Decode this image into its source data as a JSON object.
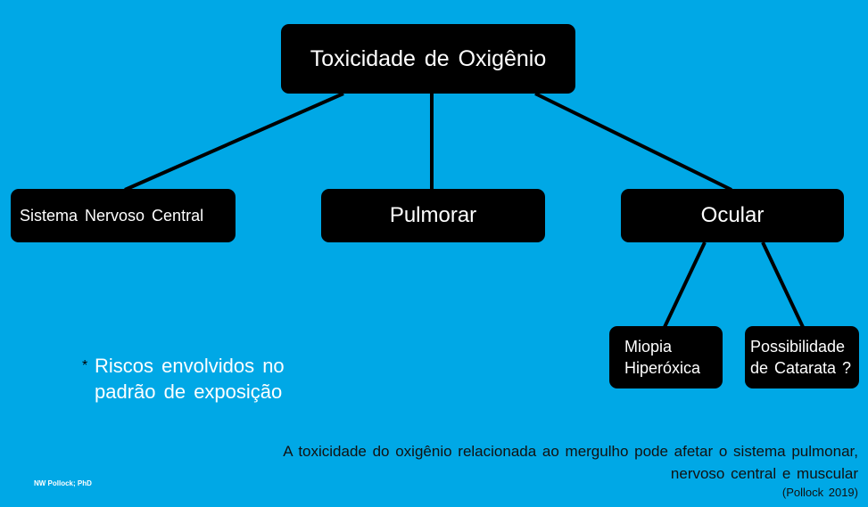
{
  "root": {
    "label": "Toxicidade de Oxigênio"
  },
  "children": [
    {
      "label": "Sistema Nervoso Central"
    },
    {
      "label": "Pulmorar"
    },
    {
      "label": "Ocular"
    }
  ],
  "ocular_children": [
    {
      "line1": "Miopia",
      "line2": "Hiperóxica"
    },
    {
      "line1": "Possibilidade",
      "line2": "de Catarata ?"
    }
  ],
  "note": {
    "bullet": "*",
    "line1": "Riscos envolvidos no",
    "line2": "padrão de exposição"
  },
  "caption": {
    "line1": "A toxicidade do oxigênio relacionada ao mergulho pode afetar o sistema pulmonar,",
    "line2": "nervoso central e muscular",
    "citation": "(Pollock 2019)"
  },
  "credit": "NW Pollock; PhD",
  "colors": {
    "background": "#00a8e6",
    "box": "#000000",
    "box_text": "#ffffff"
  }
}
